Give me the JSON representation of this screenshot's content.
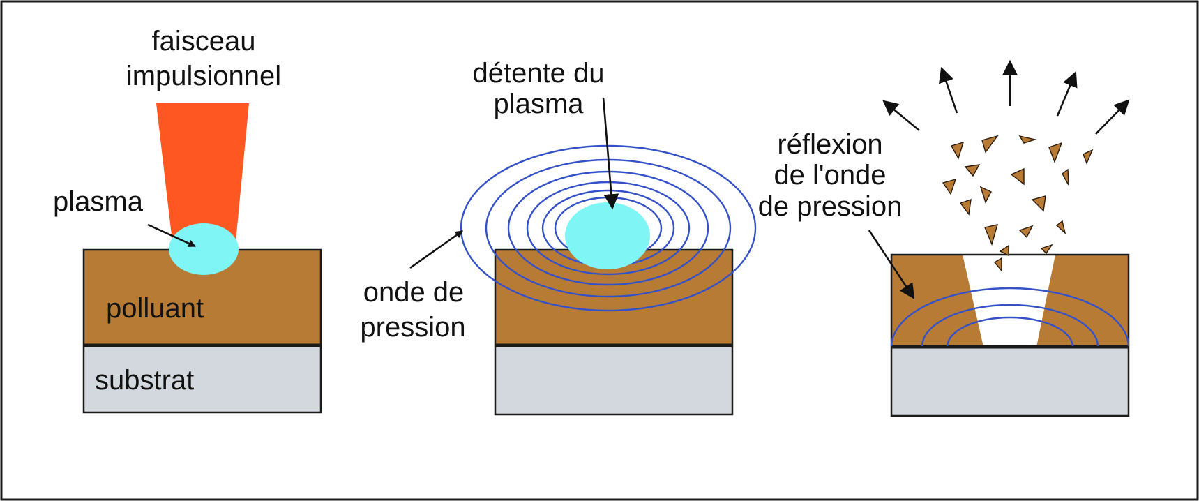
{
  "colors": {
    "pollutant": "#B87B35",
    "substrate": "#D2D8DD",
    "plasma": "#7FF5F5",
    "beam": "#FF5722",
    "wave": "#3551C8",
    "border": "#1A1A1A"
  },
  "panel1": {
    "beam_label_line1": "faisceau",
    "beam_label_line2": "impulsionnel",
    "plasma_label": "plasma",
    "pollutant_label": "polluant",
    "substrate_label": "substrat"
  },
  "panel2": {
    "expansion_label_line1": "détente du",
    "expansion_label_line2": "plasma",
    "wave_label_line1": "onde de",
    "wave_label_line2": "pression"
  },
  "panel3": {
    "reflection_label_line1": "réflexion",
    "reflection_label_line2": "de l'onde",
    "reflection_label_line3": "de pression"
  }
}
